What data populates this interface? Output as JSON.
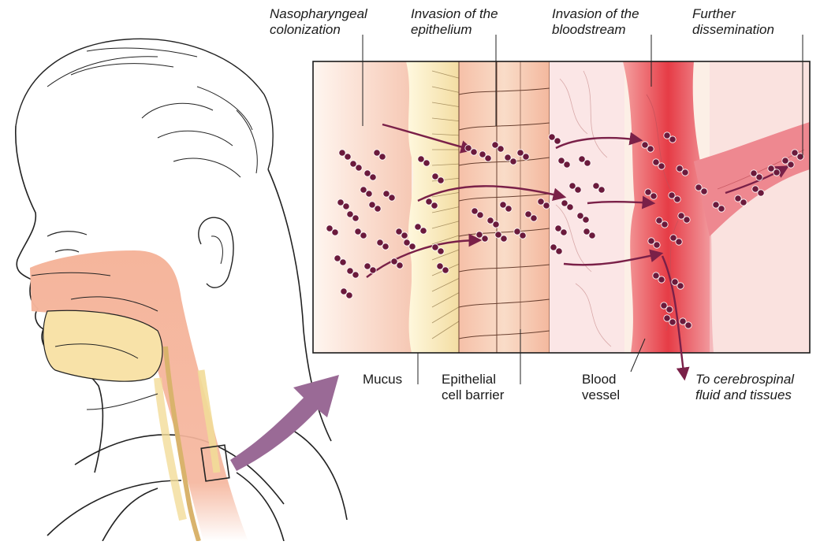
{
  "labels_top": {
    "nasopharyngeal": [
      "Nasopharyngeal",
      "colonization"
    ],
    "epithelium": [
      "Invasion of the",
      "epithelium"
    ],
    "bloodstream": [
      "Invasion of the",
      "bloodstream"
    ],
    "dissemination": [
      "Further",
      "dissemination"
    ]
  },
  "labels_bottom": {
    "mucus": [
      "Mucus"
    ],
    "epithelial": [
      "Epithelial",
      "cell barrier"
    ],
    "blood_vessel": [
      "Blood",
      "vessel"
    ],
    "csf": [
      "To cerebrospinal",
      "fluid and tissues"
    ]
  },
  "colors": {
    "bacteria": "#6b1a3c",
    "arrow": "#7a2048",
    "big_arrow": "#9a6a96",
    "vessel": "#e8474f",
    "tissue": "#f7c6b4",
    "mucus": "#fbf0c4"
  }
}
